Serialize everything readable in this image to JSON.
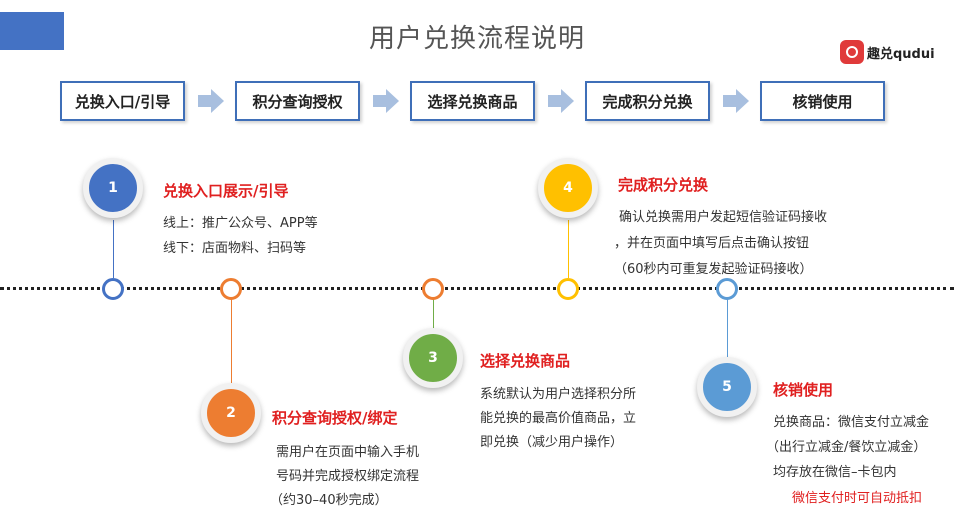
{
  "header": {
    "title": "用户兑换流程说明",
    "logo_text": "趣兑qudui"
  },
  "flow_steps": [
    {
      "label": "兑换入口/引导"
    },
    {
      "label": "积分查询授权"
    },
    {
      "label": "选择兑换商品"
    },
    {
      "label": "完成积分兑换"
    },
    {
      "label": "核销使用"
    }
  ],
  "colors": {
    "accent_blue": "#4472c4",
    "step1": "#4472c4",
    "step2": "#ed7d31",
    "step3": "#70ad47",
    "step4": "#ffc000",
    "step5": "#5b9bd5",
    "highlight": "#e02020"
  },
  "steps": [
    {
      "number": "1",
      "title": "兑换入口展示/引导",
      "lines": [
        "线上：推广公众号、APP等",
        "线下：店面物料、扫码等"
      ]
    },
    {
      "number": "2",
      "title": "积分查询授权/绑定",
      "lines": [
        "需用户在页面中输入手机",
        "号码并完成授权绑定流程",
        "（约30–40秒完成）"
      ]
    },
    {
      "number": "3",
      "title": "选择兑换商品",
      "lines": [
        "系统默认为用户选择积分所",
        "能兑换的最高价值商品，立",
        "即兑换（减少用户操作）"
      ]
    },
    {
      "number": "4",
      "title": "完成积分兑换",
      "lines": [
        "确认兑换需用户发起短信验证码接收",
        "，并在页面中填写后点击确认按钮",
        "（60秒内可重复发起验证码接收）"
      ]
    },
    {
      "number": "5",
      "title": "核销使用",
      "lines": [
        "兑换商品：微信支付立减金",
        "（出行立减金/餐饮立减金）",
        "均存放在微信–卡包内"
      ],
      "note": "微信支付时可自动抵扣"
    }
  ]
}
